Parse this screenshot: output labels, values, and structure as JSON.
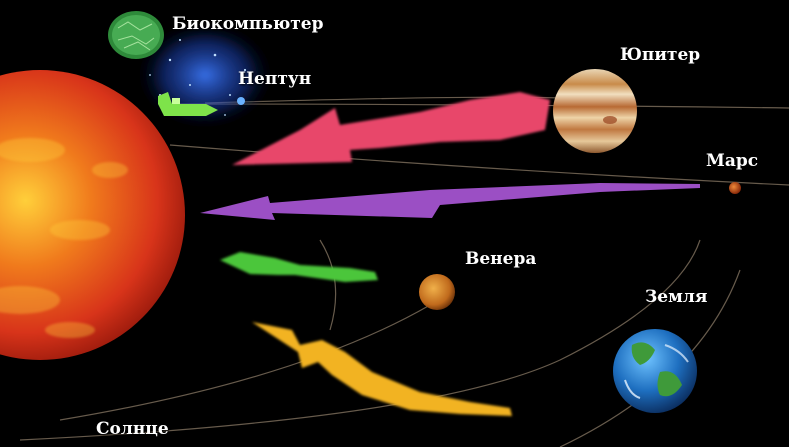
{
  "labels": {
    "biocomputer": "Биокомпьютер",
    "neptune": "Нептун",
    "jupiter": "Юпитер",
    "mars": "Марс",
    "venus": "Венера",
    "earth": "Земля",
    "sun": "Солнце"
  },
  "colors": {
    "background": "#000000",
    "sun": "#d8341a",
    "jupiter_arrow": "#e8476b",
    "mars_arrow": "#9b4fc4",
    "venus_arrow": "#4cc63a",
    "earth_arrow": "#f2b320",
    "orbit": "#8a7a66"
  }
}
